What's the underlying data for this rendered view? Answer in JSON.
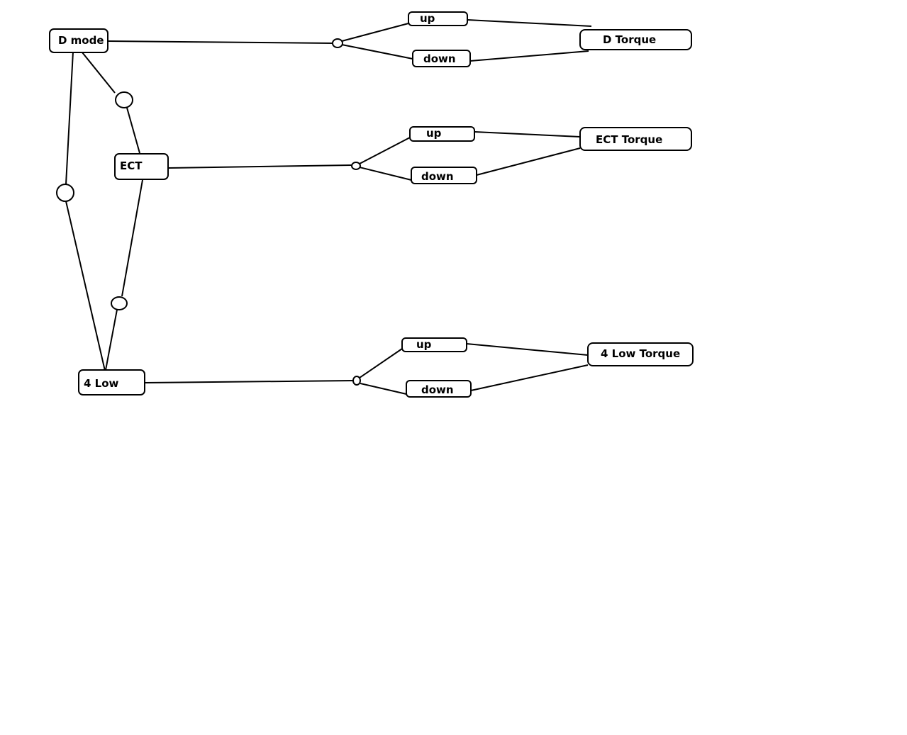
{
  "boxes": {
    "d_mode": "D mode",
    "ect": "ECT",
    "four_low": "4 Low",
    "d_up": "up",
    "d_down": "down",
    "d_torque": "D Torque",
    "ect_up": "up",
    "ect_down": "down",
    "ect_torque": "ECT Torque",
    "fl_up": "up",
    "fl_down": "down",
    "fl_torque": "4 Low Torque"
  }
}
